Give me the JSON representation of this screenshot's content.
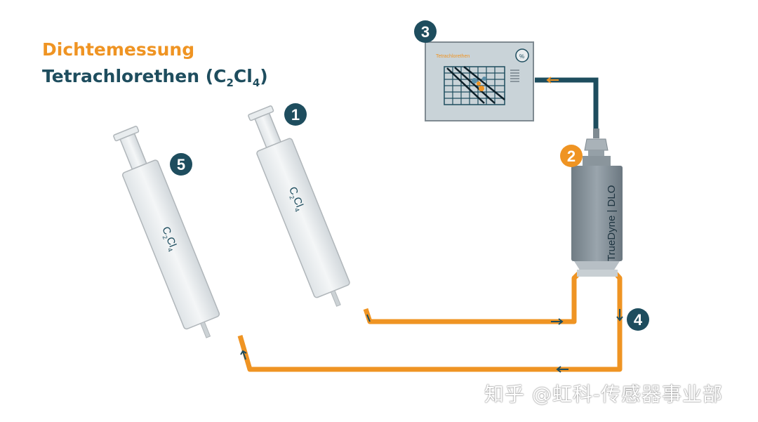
{
  "title": {
    "line1": "Dichtemessung",
    "line2_main": "Tetrachlorethen (C",
    "line2_sub1": "2",
    "line2_mid": "Cl",
    "line2_sub2": "4",
    "line2_end": ")"
  },
  "markers": [
    "1",
    "2",
    "3",
    "4",
    "5"
  ],
  "syringe_label": {
    "c": "C",
    "sub1": "2",
    "cl": "Cl",
    "sub2": "4"
  },
  "device": {
    "label": "TrueDyne | DLO"
  },
  "monitor": {
    "title": "Tetrachlorethen",
    "gauge_icon": "%"
  },
  "watermark": "知乎 @虹科-传感器事业部",
  "colors": {
    "orange": "#ef9423",
    "teal": "#1e4d5e",
    "gray_line": "#b0b6ba"
  }
}
